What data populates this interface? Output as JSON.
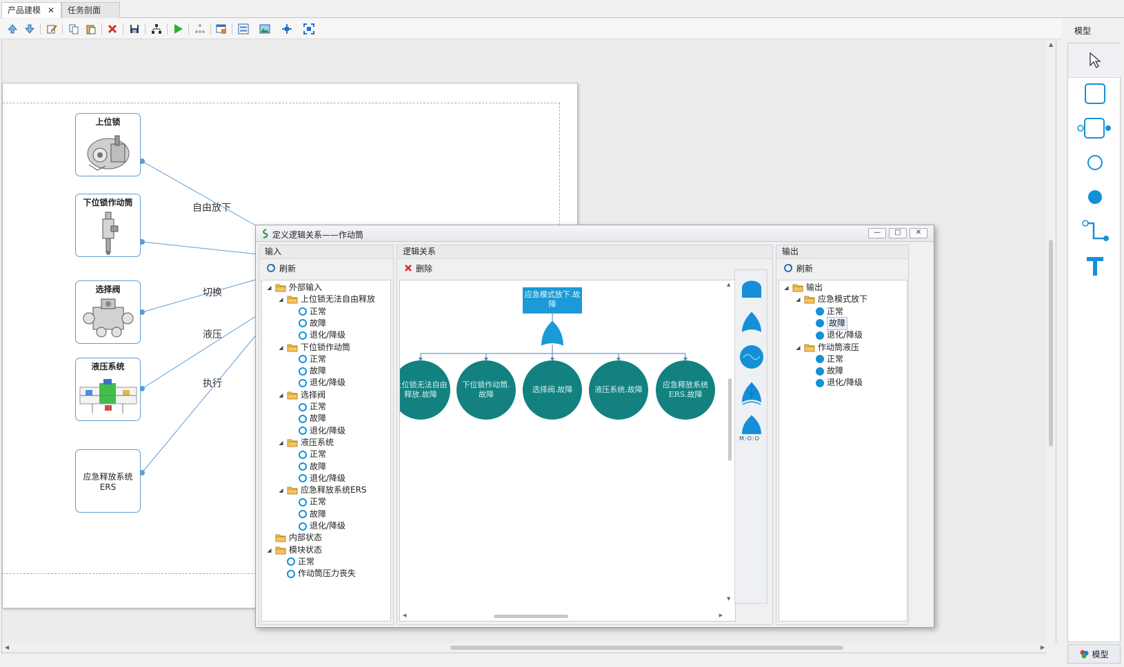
{
  "tabs": [
    {
      "label": "产品建模",
      "active": true,
      "close": "✕"
    },
    {
      "label": "任务剖面",
      "active": false
    }
  ],
  "right_panel": {
    "title": "模型",
    "footer_label": "模型",
    "tools": [
      "pointer-icon",
      "rectangle-icon",
      "port-block-icon",
      "circle-outline-icon",
      "circle-filled-icon",
      "connector-icon",
      "text-icon"
    ]
  },
  "canvas": {
    "nodes": [
      {
        "label": "上位锁"
      },
      {
        "label": "下位锁作动筒"
      },
      {
        "label": "选择阀"
      },
      {
        "label": "液压系统"
      },
      {
        "label": "应急释放系统\nERS"
      }
    ],
    "edge_labels": [
      "自由放下",
      "切换",
      "液压",
      "执行"
    ]
  },
  "dialog": {
    "title": "定义逻辑关系——作动筒",
    "buttons": {
      "minimize": "—",
      "maximize": "□",
      "close": "✕"
    },
    "input": {
      "head": "输入",
      "refresh": "刷新",
      "tree": [
        {
          "level": 0,
          "kind": "folder",
          "expanded": true,
          "label": "外部输入"
        },
        {
          "level": 1,
          "kind": "folder",
          "expanded": true,
          "label": "上位锁无法自由释放"
        },
        {
          "level": 2,
          "kind": "state",
          "label": "正常"
        },
        {
          "level": 2,
          "kind": "state",
          "label": "故障"
        },
        {
          "level": 2,
          "kind": "state",
          "label": "退化/降级"
        },
        {
          "level": 1,
          "kind": "folder",
          "expanded": true,
          "label": "下位锁作动筒"
        },
        {
          "level": 2,
          "kind": "state",
          "label": "正常"
        },
        {
          "level": 2,
          "kind": "state",
          "label": "故障"
        },
        {
          "level": 2,
          "kind": "state",
          "label": "退化/降级"
        },
        {
          "level": 1,
          "kind": "folder",
          "expanded": true,
          "label": "选择阀"
        },
        {
          "level": 2,
          "kind": "state",
          "label": "正常"
        },
        {
          "level": 2,
          "kind": "state",
          "label": "故障"
        },
        {
          "level": 2,
          "kind": "state",
          "label": "退化/降级"
        },
        {
          "level": 1,
          "kind": "folder",
          "expanded": true,
          "label": "液压系统"
        },
        {
          "level": 2,
          "kind": "state",
          "label": "正常"
        },
        {
          "level": 2,
          "kind": "state",
          "label": "故障"
        },
        {
          "level": 2,
          "kind": "state",
          "label": "退化/降级"
        },
        {
          "level": 1,
          "kind": "folder",
          "expanded": true,
          "label": "应急释放系统ERS"
        },
        {
          "level": 2,
          "kind": "state",
          "label": "正常"
        },
        {
          "level": 2,
          "kind": "state",
          "label": "故障"
        },
        {
          "level": 2,
          "kind": "state",
          "label": "退化/降级"
        },
        {
          "level": 0,
          "kind": "folder",
          "expanded": false,
          "label": "内部状态"
        },
        {
          "level": 0,
          "kind": "folder",
          "expanded": true,
          "label": "模块状态"
        },
        {
          "level": 1,
          "kind": "state",
          "label": "正常"
        },
        {
          "level": 1,
          "kind": "state",
          "label": "作动筒压力丧失"
        }
      ]
    },
    "logic": {
      "head": "逻辑关系",
      "delete": "删除",
      "top_event": "应急模式放下.故障",
      "basic_events": [
        "上位锁无法自由释放.故障",
        "下位锁作动筒.故障",
        "选择阀.故障",
        "液压系统.故障",
        "应急释放系统ERS.故障"
      ],
      "gates": [
        "and-gate-icon",
        "or-gate-icon",
        "transfer-gate-icon",
        "xor-gate-icon",
        "voting-gate-icon"
      ],
      "voting_label": "M:O:O"
    },
    "output": {
      "head": "输出",
      "refresh": "刷新",
      "tree": [
        {
          "level": 0,
          "kind": "folder",
          "expanded": true,
          "label": "输出"
        },
        {
          "level": 1,
          "kind": "folder",
          "expanded": true,
          "label": "应急模式放下"
        },
        {
          "level": 2,
          "kind": "state-filled",
          "label": "正常"
        },
        {
          "level": 2,
          "kind": "state-filled",
          "label": "故障",
          "selected": true
        },
        {
          "level": 2,
          "kind": "state-filled",
          "label": "退化/降级"
        },
        {
          "level": 1,
          "kind": "folder",
          "expanded": true,
          "label": "作动筒液压"
        },
        {
          "level": 2,
          "kind": "state-filled",
          "label": "正常"
        },
        {
          "level": 2,
          "kind": "state-filled",
          "label": "故障"
        },
        {
          "level": 2,
          "kind": "state-filled",
          "label": "退化/降级"
        }
      ]
    }
  },
  "colors": {
    "accent": "#1490d8",
    "event_fill": "#138180",
    "top_event_fill": "#1b9ad7",
    "connector": "#5b9bd5"
  }
}
